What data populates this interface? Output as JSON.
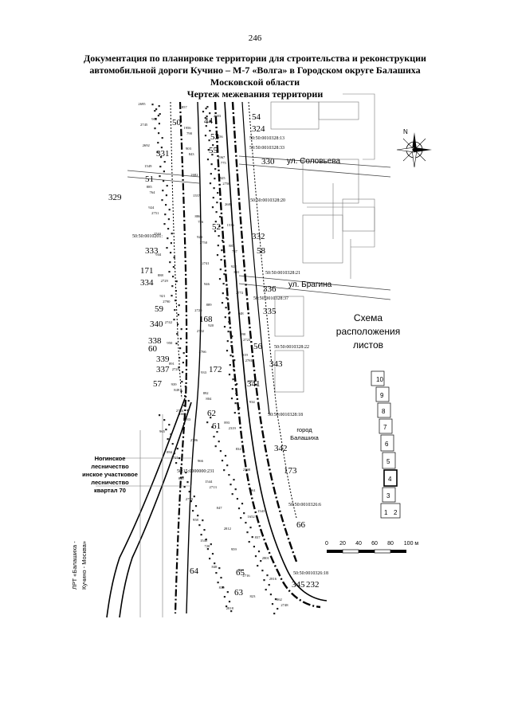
{
  "page_number": "246",
  "title_lines": [
    "Документация по планировке территории для строительства и реконструкции",
    "автомобильной дороги Кучино – М-7 «Волга» в Городском округе Балашиха",
    "Московской области"
  ],
  "subtitle": "Чертеж межевания территории",
  "streets": {
    "solovyeva": "ул. Соловьева",
    "bragina": "ул. Брагина"
  },
  "town_label": [
    "город",
    "Балашиха"
  ],
  "forest_label": [
    "Ногинское",
    "лесничество",
    "инское участковое",
    "лесничество",
    "квартал 70"
  ],
  "lrt_label": [
    "ЛРТ «Балашиха -",
    "Кучино - Москва»"
  ],
  "scheme": {
    "title": [
      "Схема",
      "расположения",
      "листов"
    ],
    "sheets": [
      "10",
      "9",
      "8",
      "7",
      "6",
      "5",
      "4",
      "3",
      "1",
      "2"
    ],
    "highlighted": "4"
  },
  "scale_bar": {
    "ticks": [
      "0",
      "20",
      "40",
      "60",
      "80",
      "100 м"
    ]
  },
  "north_label": "N",
  "cadastral": [
    "50:50:0010328:13",
    "50:50:0010328:33",
    "50:50:0010328:20",
    "50:50:0010201:",
    "50:50:0010328:21",
    "50:50:0010328:37",
    "50:50:0010328:22",
    "50:50:0010328:18",
    "50:15:0000000:231",
    "50:50:0010326:6",
    "50:50:0010326:18"
  ],
  "big_labels": [
    "50",
    "44",
    "54",
    "324",
    "53",
    "55",
    "330",
    "331",
    "51",
    "329",
    "52",
    "332",
    "333",
    "58",
    "171",
    "334",
    "336",
    "59",
    "335",
    "340",
    "168",
    "338",
    "60",
    "56",
    "339",
    "337",
    "172",
    "343",
    "341",
    "57",
    "62",
    "61",
    "342",
    "173",
    "66",
    "64",
    "65",
    "63",
    "345",
    "232"
  ],
  "small_labels": [
    "2695",
    "790",
    "775",
    "764",
    "756",
    "737",
    "2729",
    "2725",
    "2723",
    "2720",
    "804",
    "2319",
    "2721",
    "2713",
    "1652",
    "720",
    "2716",
    "2748",
    "2745",
    "843",
    "2756",
    "2751",
    "2750",
    "841",
    "2790",
    "2702",
    "2781",
    "849",
    "2783",
    "834",
    "846",
    "847",
    "837",
    "848",
    "823",
    "2683",
    "2692",
    "2682",
    "2685",
    "2740",
    "2741",
    "2772",
    "2742",
    "2766",
    "2782",
    "2784",
    "2786",
    "2798",
    "2770",
    "2812",
    "2801",
    "830",
    "857",
    "1556",
    "1549",
    "1557",
    "1536",
    "944",
    "946",
    "948",
    "950",
    "933",
    "934",
    "965",
    "966",
    "961",
    "958",
    "959",
    "2816",
    "2818",
    "1956",
    "1967",
    "885",
    "886",
    "887",
    "888",
    "889",
    "890",
    "891",
    "892",
    "893",
    "894",
    "1544",
    "1543",
    "1545",
    "863",
    "862",
    "902",
    "903",
    "925",
    "924",
    "923",
    "922",
    "921",
    "920",
    "919",
    "939",
    "1668"
  ]
}
